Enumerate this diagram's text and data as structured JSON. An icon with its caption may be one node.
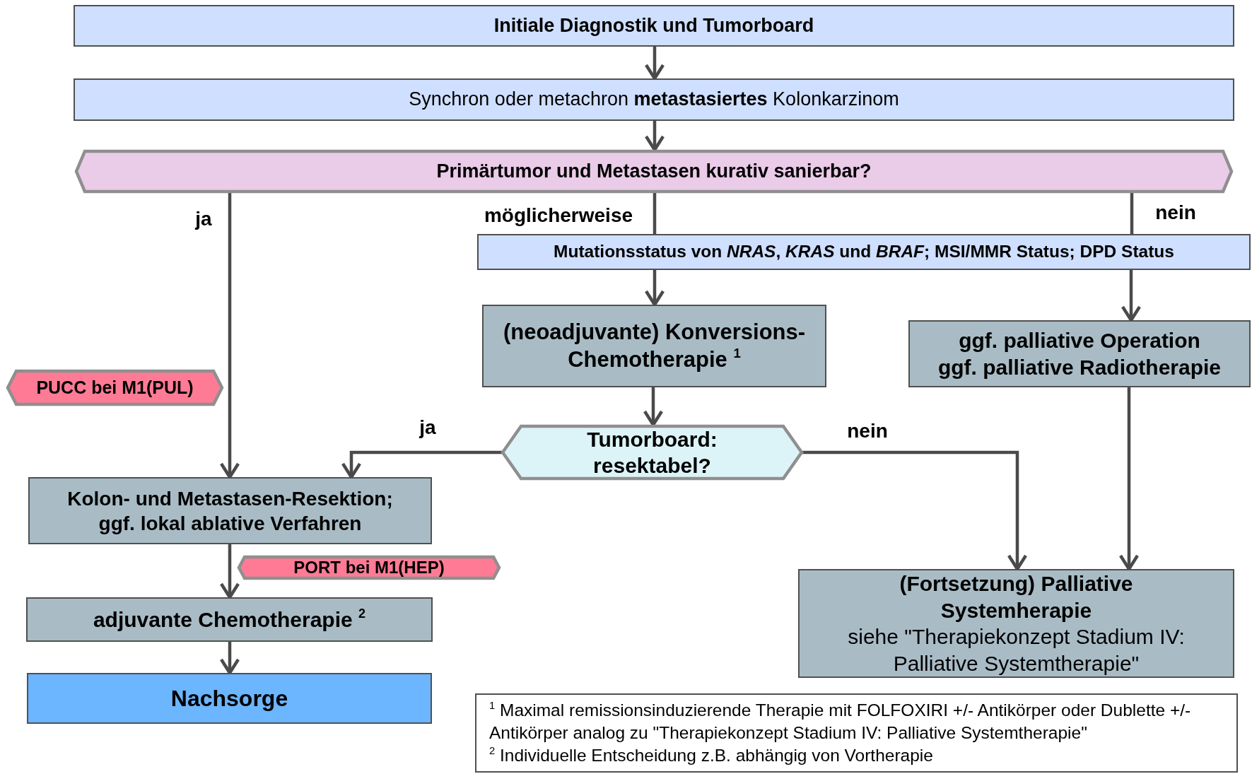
{
  "diagram": {
    "nodes": [
      {
        "text": [
          "Initiale Diagnostik und Tumorboard"
        ]
      },
      {
        "text": [
          "Synchron oder metachron **metastasiertes** Kolonkarzinom"
        ]
      },
      {
        "text": [
          "Primärtumor und Metastasen kurativ sanierbar?"
        ]
      },
      {
        "text": [
          "Mutationsstatus von *NRAS*, *KRAS* und *BRAF*; MSI/MMR Status; DPD Status"
        ]
      },
      {
        "text": [
          "(neoadjuvante) Konversions- Chemotherapie $^{1}$"
        ]
      },
      {
        "text": [
          "ggf. palliative Operation",
          "ggf. palliative Radiotherapie"
        ]
      },
      {
        "text": [
          "PUCC bei M1(PUL)"
        ]
      },
      {
        "text": [
          "Tumorboard: resektabel?"
        ]
      },
      {
        "text": [
          "Kolon- und Metastasen-Resektion; ggf. lokal ablative Verfahren"
        ]
      },
      {
        "text": [
          "PORT bei M1(HEP)"
        ]
      },
      {
        "text": [
          "adjuvante Chemotherapie $^{2}$"
        ]
      },
      {
        "text": [
          "Nachsorge"
        ]
      },
      {
        "text": [
          "(Fortsetzung) Palliative Systemherapie",
          "siehe \"Therapiekonzept Stadium IV: Palliative Systemtherapie\""
        ]
      },
      {
        "text": [
          "$^{1}$ Maximal remissionsinduzierende Therapie mit FOLFOXIRI +/- Antikörper oder Dublette +/- Antikörper analog zu \"Therapiekonzept Stadium IV: Palliative Systemtherapie\"",
          "$^{2}$ Individuelle Entscheidung z.B. abhängig von Vortherapie"
        ]
      }
    ],
    "edges": [
      {
        "from": 0,
        "to": 1,
        "arrow": "to"
      },
      {
        "from": 1,
        "to": 2,
        "arrow": "to"
      },
      {
        "from": 2,
        "to": 8,
        "arrow": "to",
        "label": "ja"
      },
      {
        "from": 2,
        "to": 3,
        "arrow": "none",
        "label": "möglicherweise"
      },
      {
        "from": 2,
        "to": 3,
        "arrow": "none",
        "label": "nein"
      },
      {
        "from": 3,
        "to": 4,
        "arrow": "to"
      },
      {
        "from": 3,
        "to": 5,
        "arrow": "to"
      },
      {
        "from": 4,
        "to": 7,
        "arrow": "to"
      },
      {
        "from": 7,
        "to": 8,
        "arrow": "to",
        "label": "ja"
      },
      {
        "from": 7,
        "to": 12,
        "arrow": "to",
        "label": "nein"
      },
      {
        "from": 5,
        "to": 12,
        "arrow": "to"
      },
      {
        "from": 8,
        "to": 10,
        "arrow": "to"
      },
      {
        "from": 10,
        "to": 11,
        "arrow": "to"
      }
    ]
  }
}
